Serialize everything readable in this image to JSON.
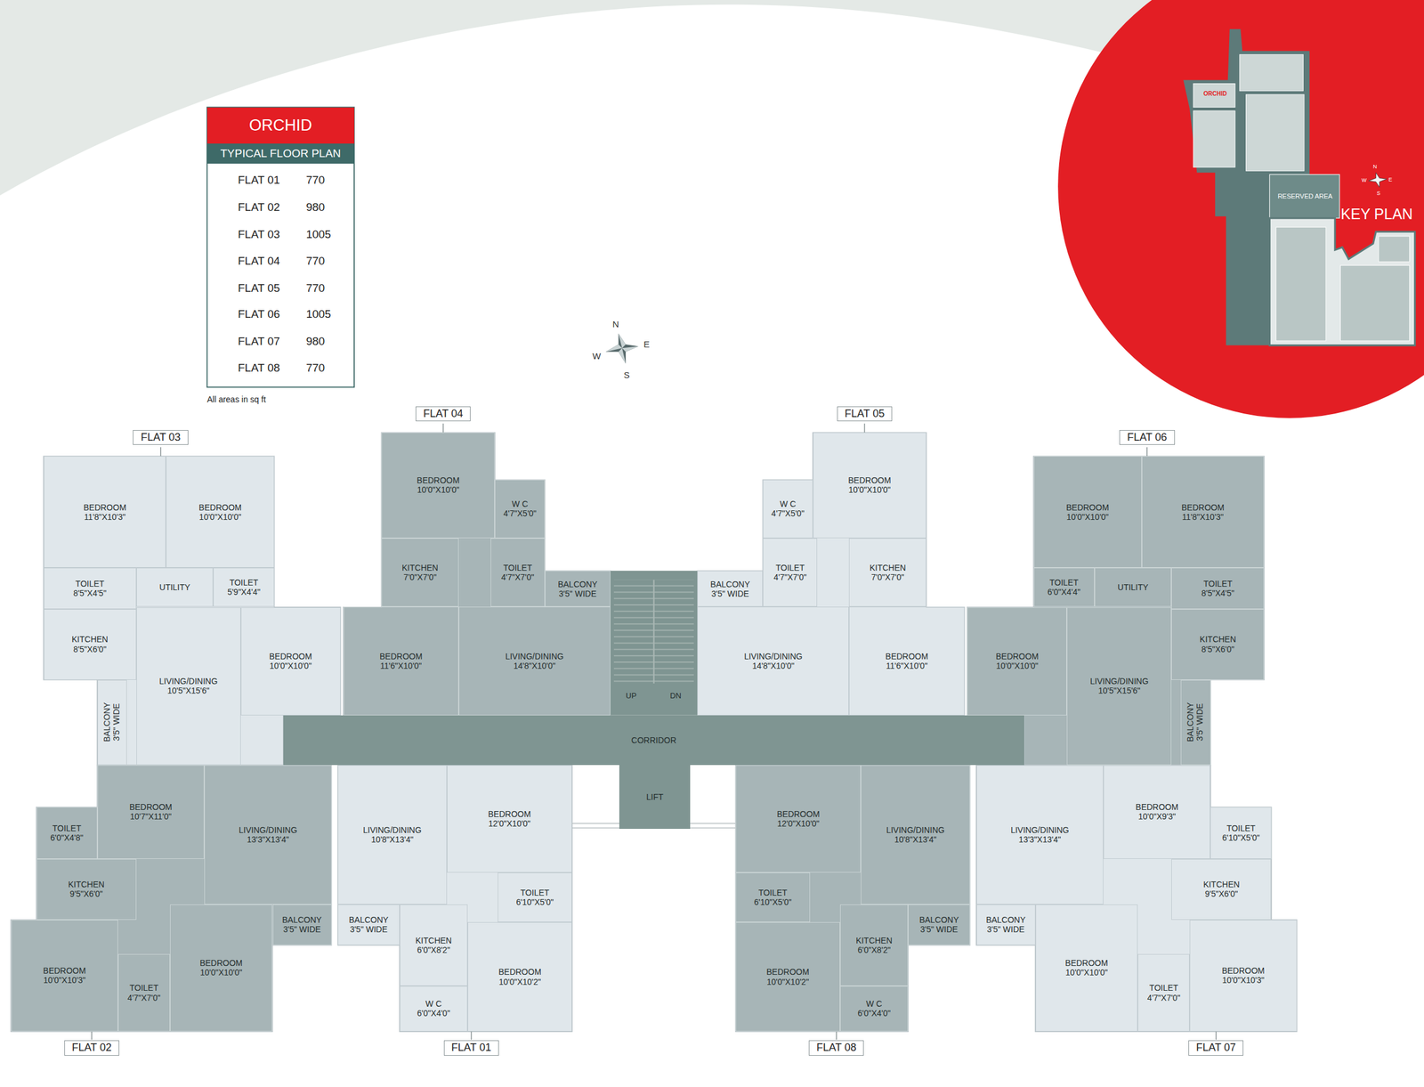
{
  "diagram": {
    "title": "ORCHID",
    "nodes": [
      {
        "text": [
          "TYPICAL FLOOR PLAN"
        ]
      },
      {
        "text": [
          "FLAT 03"
        ]
      },
      {
        "text": [
          "BEDROOM",
          "11'8\"X10'3\""
        ],
        "in": 1
      },
      {
        "text": [
          "BEDROOM",
          "10'0\"X10'0\""
        ],
        "in": 1
      },
      {
        "text": [
          "TOILET",
          "8'5\"X4'5\""
        ],
        "in": 1
      },
      {
        "text": [
          "UTILITY"
        ],
        "in": 1
      },
      {
        "text": [
          "TOILET",
          "5'9\"X4'4\""
        ],
        "in": 1
      },
      {
        "text": [
          "KITCHEN",
          "8'5\"X6'0\""
        ],
        "in": 1
      },
      {
        "text": [
          "LIVING/DINING",
          "10'5\"X15'6\""
        ],
        "in": 1
      },
      {
        "text": [
          "BEDROOM",
          "10'0\"X10'0\""
        ],
        "in": 1
      },
      {
        "text": [
          "BALCONY",
          "3'5\" WIDE"
        ],
        "in": 1
      },
      {
        "text": [
          "FLAT 04"
        ]
      },
      {
        "text": [
          "BEDROOM",
          "10'0\"X10'0\""
        ],
        "in": 11
      },
      {
        "text": [
          "W C",
          "4'7\"X5'0\""
        ],
        "in": 11
      },
      {
        "text": [
          "KITCHEN",
          "7'0\"X7'0\""
        ],
        "in": 11
      },
      {
        "text": [
          "TOILET",
          "4'7\"X7'0\""
        ],
        "in": 11
      },
      {
        "text": [
          "BALCONY",
          "3'5\" WIDE"
        ],
        "in": 11
      },
      {
        "text": [
          "BEDROOM",
          "11'6\"X10'0\""
        ],
        "in": 11
      },
      {
        "text": [
          "LIVING/DINING",
          "14'8\"X10'0\""
        ],
        "in": 11
      },
      {
        "text": [
          "FLAT 05"
        ]
      },
      {
        "text": [
          "BEDROOM",
          "10'0\"X10'0\""
        ],
        "in": 19
      },
      {
        "text": [
          "W C",
          "4'7\"X5'0\""
        ],
        "in": 19
      },
      {
        "text": [
          "KITCHEN",
          "7'0\"X7'0\""
        ],
        "in": 19
      },
      {
        "text": [
          "TOILET",
          "4'7\"X7'0\""
        ],
        "in": 19
      },
      {
        "text": [
          "BALCONY",
          "3'5\" WIDE"
        ],
        "in": 19
      },
      {
        "text": [
          "BEDROOM",
          "11'6\"X10'0\""
        ],
        "in": 19
      },
      {
        "text": [
          "LIVING/DINING",
          "14'8\"X10'0\""
        ],
        "in": 19
      },
      {
        "text": [
          "FLAT 06"
        ]
      },
      {
        "text": [
          "BEDROOM",
          "11'8\"X10'3\""
        ],
        "in": 27
      },
      {
        "text": [
          "BEDROOM",
          "10'0\"X10'0\""
        ],
        "in": 27
      },
      {
        "text": [
          "TOILET",
          "8'5\"X4'5\""
        ],
        "in": 27
      },
      {
        "text": [
          "UTILITY"
        ],
        "in": 27
      },
      {
        "text": [
          "TOILET",
          "6'0\"X4'4\""
        ],
        "in": 27
      },
      {
        "text": [
          "KITCHEN",
          "8'5\"X6'0\""
        ],
        "in": 27
      },
      {
        "text": [
          "LIVING/DINING",
          "10'5\"X15'6\""
        ],
        "in": 27
      },
      {
        "text": [
          "BEDROOM",
          "10'0\"X10'0\""
        ],
        "in": 27
      },
      {
        "text": [
          "BALCONY",
          "3'5\" WIDE"
        ],
        "in": 27
      },
      {
        "text": [
          "UP",
          "DN"
        ]
      },
      {
        "text": [
          "CORRIDOR"
        ]
      },
      {
        "text": [
          "LIFT"
        ]
      },
      {
        "text": [
          "FLAT 02"
        ]
      },
      {
        "text": [
          "BEDROOM",
          "10'7\"X11'0\""
        ],
        "in": 40
      },
      {
        "text": [
          "LIVING/DINING",
          "13'3\"X13'4\""
        ],
        "in": 40
      },
      {
        "text": [
          "TOILET",
          "6'0\"X4'8\""
        ],
        "in": 40
      },
      {
        "text": [
          "KITCHEN",
          "9'5\"X6'0\""
        ],
        "in": 40
      },
      {
        "text": [
          "BEDROOM",
          "10'0\"X10'3\""
        ],
        "in": 40
      },
      {
        "text": [
          "TOILET",
          "4'7\"X7'0\""
        ],
        "in": 40
      },
      {
        "text": [
          "BEDROOM",
          "10'0\"X10'0\""
        ],
        "in": 40
      },
      {
        "text": [
          "BALCONY",
          "3'5\" WIDE"
        ],
        "in": 40
      },
      {
        "text": [
          "FLAT 01"
        ]
      },
      {
        "text": [
          "LIVING/DINING",
          "10'8\"X13'4\""
        ],
        "in": 49
      },
      {
        "text": [
          "BEDROOM",
          "12'0\"X10'0\""
        ],
        "in": 49
      },
      {
        "text": [
          "TOILET",
          "6'10\"X5'0\""
        ],
        "in": 49
      },
      {
        "text": [
          "BALCONY",
          "3'5\" WIDE"
        ],
        "in": 49
      },
      {
        "text": [
          "KITCHEN",
          "6'0\"X8'2\""
        ],
        "in": 49
      },
      {
        "text": [
          "BEDROOM",
          "10'0\"X10'2\""
        ],
        "in": 49
      },
      {
        "text": [
          "W C",
          "6'0\"X4'0\""
        ],
        "in": 49
      },
      {
        "text": [
          "FLAT 08"
        ]
      },
      {
        "text": [
          "LIVING/DINING",
          "10'8\"X13'4\""
        ],
        "in": 57
      },
      {
        "text": [
          "BEDROOM",
          "12'0\"X10'0\""
        ],
        "in": 57
      },
      {
        "text": [
          "TOILET",
          "6'10\"X5'0\""
        ],
        "in": 57
      },
      {
        "text": [
          "BALCONY",
          "3'5\" WIDE"
        ],
        "in": 57
      },
      {
        "text": [
          "KITCHEN",
          "6'0\"X8'2\""
        ],
        "in": 57
      },
      {
        "text": [
          "BEDROOM",
          "10'0\"X10'2\""
        ],
        "in": 57
      },
      {
        "text": [
          "W C",
          "6'0\"X4'0\""
        ],
        "in": 57
      },
      {
        "text": [
          "FLAT 07"
        ]
      },
      {
        "text": [
          "BEDROOM",
          "10'0\"X9'3\""
        ],
        "in": 65
      },
      {
        "text": [
          "LIVING/DINING",
          "13'3\"X13'4\""
        ],
        "in": 65
      },
      {
        "text": [
          "TOILET",
          "6'10\"X5'0\""
        ],
        "in": 65
      },
      {
        "text": [
          "KITCHEN",
          "9'5\"X6'0\""
        ],
        "in": 65
      },
      {
        "text": [
          "BEDROOM",
          "10'0\"X10'3\""
        ],
        "in": 65
      },
      {
        "text": [
          "TOILET",
          "4'7\"X7'0\""
        ],
        "in": 65
      },
      {
        "text": [
          "BEDROOM",
          "10'0\"X10'0\""
        ],
        "in": 65
      },
      {
        "text": [
          "BALCONY",
          "3'5\" WIDE"
        ],
        "in": 65
      }
    ],
    "labels": [
      "FLAT 01",
      "770",
      "FLAT 02",
      "980",
      "FLAT 03",
      "1005",
      "FLAT 04",
      "770",
      "FLAT 05",
      "770",
      "FLAT 06",
      "1005",
      "FLAT 07",
      "980",
      "FLAT 08",
      "770",
      "All areas in sq ft",
      "N",
      "E",
      "S",
      "W",
      "ORCHID",
      "RESERVED AREA",
      "KEY PLAN",
      "N",
      "E",
      "S",
      "W"
    ]
  }
}
